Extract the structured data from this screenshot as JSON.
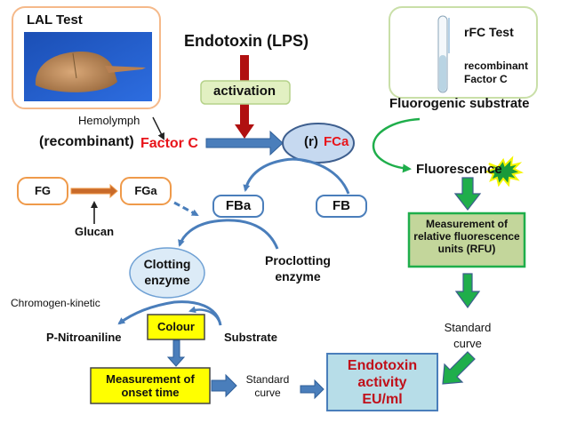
{
  "lal_test": {
    "title": "LAL Test",
    "image": "horseshoe-crab-photo",
    "hemolymph_label": "Hemolymph"
  },
  "rfc_test": {
    "title": "rFC Test",
    "subtitle_line1": "recombinant",
    "subtitle_line2": "Factor C",
    "image": "test-tube"
  },
  "endotoxin": {
    "label": "Endotoxin (LPS)",
    "activation_label": "activation"
  },
  "factor_c": {
    "prefix": "(recombinant)",
    "name": "Factor C"
  },
  "fca": {
    "prefix": "(r)",
    "name": "FCa"
  },
  "fluorogenic_substrate": "Fluorogenic substrate",
  "fluorescence": "Fluorescence",
  "rfu_box": {
    "line1": "Measurement of",
    "line2": "relative fluorescence",
    "line3": "units (RFU)"
  },
  "standard_curve_right": {
    "line1": "Standard",
    "line2": "curve"
  },
  "factor_g": {
    "fg": "FG",
    "fga": "FGa",
    "glucan": "Glucan"
  },
  "factor_b": {
    "fba": "FBa",
    "fb": "FB"
  },
  "clotting_enzyme": {
    "line1": "Clotting",
    "line2": "enzyme"
  },
  "proclotting_enzyme": {
    "line1": "Proclotting",
    "line2": "enzyme"
  },
  "chromogen_kinetic": "Chromogen-kinetic",
  "p_nitroaniline": "P-Nitroaniline",
  "colour": "Colour",
  "substrate": "Substrate",
  "onset_box": {
    "line1": "Measurement of",
    "line2": "onset time"
  },
  "standard_curve_left": {
    "line1": "Standard",
    "line2": "curve"
  },
  "result_box": {
    "line1": "Endotoxin",
    "line2": "activity",
    "line3": "EU/ml"
  },
  "colors": {
    "orange_border": "#f5b98a",
    "green_border": "#c9dfa8",
    "blue_arrow": "#4a7ebb",
    "dark_red_arrow": "#b01010",
    "green_arrow": "#1fae4b",
    "factor_red": "#e8141a",
    "ellipse_fill": "#c6d9f0",
    "yellow_box": "#ffff00",
    "rfu_fill": "#c3d69b",
    "result_fill": "#b7dde8"
  }
}
